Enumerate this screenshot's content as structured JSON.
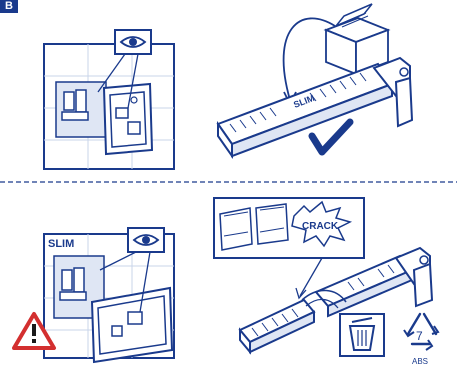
{
  "step": {
    "label": "B"
  },
  "bottom": {
    "panel_label": "SLIM",
    "crack_label": "CRACK",
    "recycle_number": "7",
    "recycle_material": "ABS"
  },
  "top": {
    "bar_label": "SLIM"
  },
  "colors": {
    "outline": "#1a3a8c",
    "fill": "#ffffff",
    "tint": "#d8e1f2",
    "warning": "#d32f2f"
  }
}
